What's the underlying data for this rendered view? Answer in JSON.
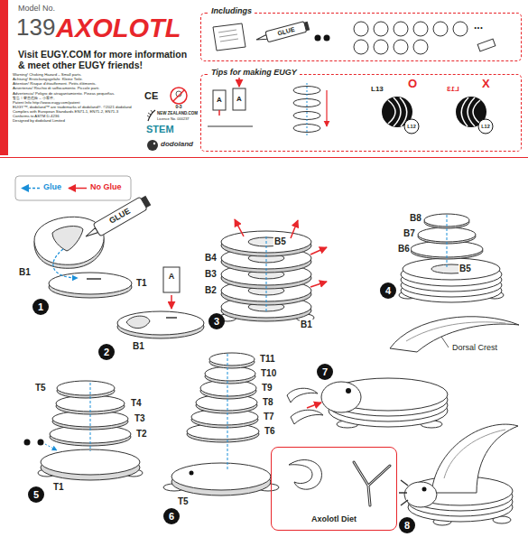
{
  "diagram": {
    "title": "AXOLOTL",
    "nodes": [
      {
        "text": [
          "Includings"
        ]
      },
      {
        "text": [
          "Tips for making EUGY"
        ]
      },
      {
        "text": [
          "1"
        ]
      },
      {
        "text": [
          "2"
        ]
      },
      {
        "text": [
          "3"
        ]
      },
      {
        "text": [
          "4"
        ]
      },
      {
        "text": [
          "5"
        ]
      },
      {
        "text": [
          "6"
        ]
      },
      {
        "text": [
          "7"
        ]
      },
      {
        "text": [
          "8"
        ]
      },
      {
        "text": [
          "Axolotl Diet"
        ]
      }
    ],
    "labels": [
      "Model No.",
      "139",
      "Visit EUGY.COM for more information & meet other EUGY friends!",
      "Warning! Choking Hazard – Small parts.",
      "Achtung! Erstickungsgefahr. Kleine Teile.",
      "Attention! Risque d'étouffement. Petits éléments.",
      "Avvertenza! Rischio di soffocamento. Piccole parti.",
      "Advertencia! Peligro de atragantamiento. Piezas pequeñas.",
      "警告！窒息危险 – 小零件。",
      "Patent Info http://www.eugy.com/patent",
      "EUGY™, dodoland™ are trademarks of dodoland®. ©2021 dodoland",
      "Complies with European Standards EN71-1, EN71-2, EN71-3",
      "Conforms to ASTM D-4236",
      "Designed by dodoland Limited",
      "CE",
      "0-3",
      "NEW ZEALAND.COM",
      "Licence No. 000237",
      "STEM",
      "dodoland",
      "GLUE",
      "...",
      "A",
      "A",
      "L13",
      "O",
      "L12",
      "L13",
      "X",
      "L12",
      "GLUE",
      "B1",
      "T1",
      "A",
      "B1",
      "B5",
      "B4",
      "B3",
      "B2",
      "B1",
      "B8",
      "B7",
      "B6",
      "B5",
      "T5",
      "T4",
      "T3",
      "T2",
      "T1",
      "T11",
      "T10",
      "T9",
      "T8",
      "T7",
      "T6",
      "T5",
      "Dorsal Crest"
    ],
    "legend": [
      {
        "text": "Glue"
      },
      {
        "text": "No Glue"
      }
    ]
  }
}
